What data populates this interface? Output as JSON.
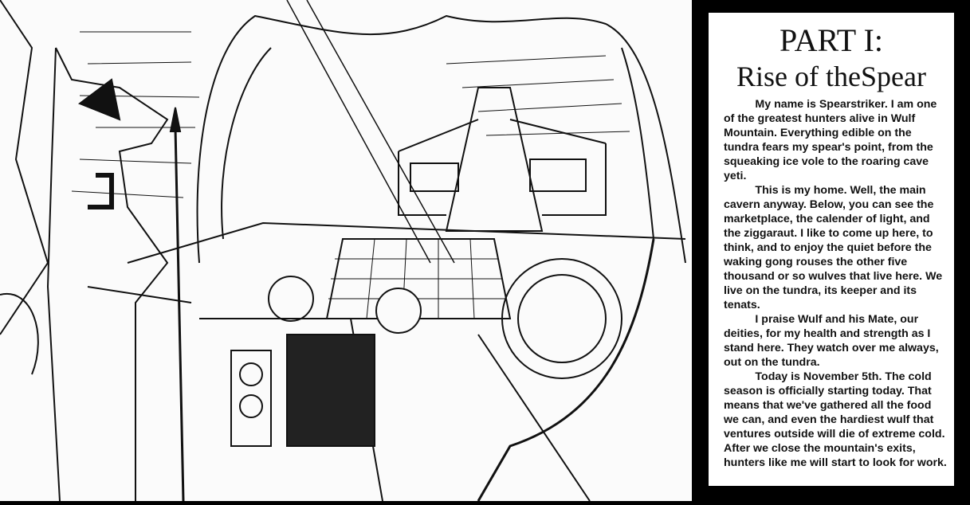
{
  "title": {
    "line1": "PART I:",
    "line2": "Rise of theSpear"
  },
  "body_lines": [
    "          My name is Spearstriker. I am one",
    "of the greatest hunters alive in Wulf",
    "Mountain. Everything edible on the",
    "tundra fears my spear's point, from the",
    "squeaking ice vole to the roaring cave",
    "yeti.",
    "          This is my home. Well, the main",
    "cavern anyway. Below, you can see the",
    "marketplace, the calender of light, and",
    "the ziggaraut. I like to come up here, to",
    "think, and to enjoy the quiet before the",
    "waking gong rouses the other five",
    "thousand or so wulves that live here. We",
    "live on the tundra, its keeper and its",
    "tenats.",
    "          I praise Wulf and his Mate, our",
    "deities, for my health and strength as I",
    "stand here. They watch over me always,",
    "out on the tundra.",
    "          Today is November 5th. The cold",
    "season is officially starting today. That",
    "means that we've gathered all the food",
    "we can, and even the hardiest wulf that",
    "ventures outside will die of extreme cold.",
    "After we close the mountain's exits,",
    "hunters like me will start to look for work."
  ]
}
